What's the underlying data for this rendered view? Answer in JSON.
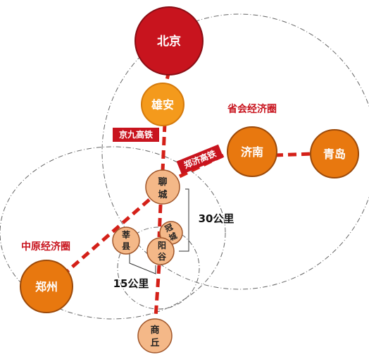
{
  "cities": {
    "beijing": "北京",
    "xiongan": "雄安",
    "jinan": "济南",
    "qingdao": "青岛",
    "liaocheng_1": "聊",
    "liaocheng_2": "城",
    "shenxian_1": "莘",
    "shenxian_2": "县",
    "guancheng_1": "冠",
    "guancheng_2": "城",
    "yanggu_1": "阳",
    "yanggu_2": "谷",
    "zhengzhou": "郑州",
    "shangqiu_1": "商",
    "shangqiu_2": "丘"
  },
  "railways": {
    "jingjiu": "京九高铁",
    "zhengji": "郑济高铁"
  },
  "regions": {
    "provincial": "省会经济圈",
    "zhongyuan": "中原经济圈"
  },
  "distances": {
    "d30": "30公里",
    "d15": "15公里"
  },
  "colors": {
    "beijing": "#c8141e",
    "orange": "#e8780f",
    "small_city": "#f4b888",
    "rail": "#d42018",
    "label_red": "#c8141e"
  }
}
